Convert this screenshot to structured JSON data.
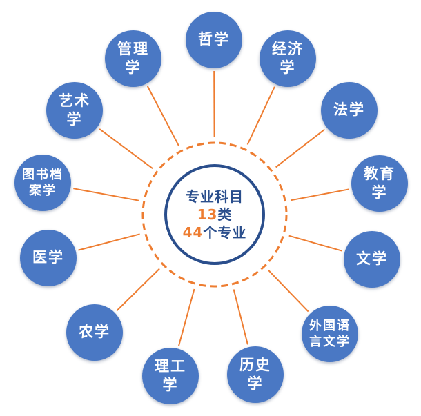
{
  "center": {
    "line1": "专业科目",
    "line2_number": "13",
    "line2_text": "类",
    "line3_number": "44",
    "line3_text": "个专业"
  },
  "nodes": [
    {
      "label": "哲学"
    },
    {
      "label": "经济学"
    },
    {
      "label": "法学"
    },
    {
      "label": "教育学"
    },
    {
      "label": "文学"
    },
    {
      "label": "外国语\n言文学"
    },
    {
      "label": "历史学"
    },
    {
      "label": "理工学"
    },
    {
      "label": "农学"
    },
    {
      "label": "医学"
    },
    {
      "label": "图书档\n案学"
    },
    {
      "label": "艺术学"
    },
    {
      "label": "管理学"
    }
  ],
  "colors": {
    "node_fill": "#4a78c4",
    "center_border": "#2a4e8c",
    "dashed_ring": "#ee7d31",
    "connector": "#ee7d31",
    "accent_number": "#ee7d31"
  }
}
